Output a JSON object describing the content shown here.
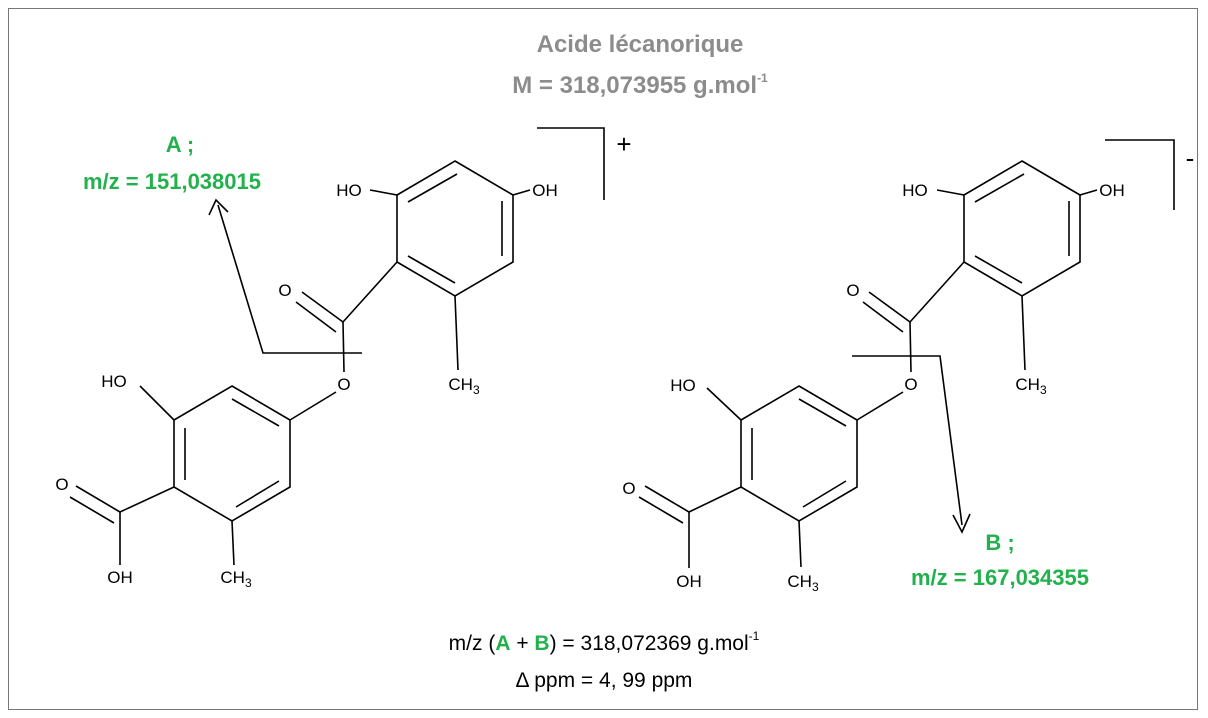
{
  "title": {
    "name": "Acide lécanorique",
    "mass_prefix": "M = 318,073955 g.mol",
    "mass_exp": "-1"
  },
  "fragment_a": {
    "label": "A ;",
    "mz": "m/z = 151,038015"
  },
  "fragment_b": {
    "label": "B ;",
    "mz": "m/z = 167,034355"
  },
  "ions": {
    "left_charge": "+",
    "right_charge": "-"
  },
  "atoms": {
    "ho": "HO",
    "oh": "OH",
    "o": "O",
    "ch": "CH",
    "three": "3"
  },
  "footer": {
    "sum_prefix": "m/z (",
    "a": "A",
    "plus": " + ",
    "b": "B",
    "sum_suffix": ") = 318,072369 g.mol",
    "sum_exp": "-1",
    "delta": "Δ ppm = 4, 99 ppm"
  },
  "colors": {
    "fragment_label": "#22b14c",
    "title": "#8c8c8c",
    "border": "#777777"
  }
}
